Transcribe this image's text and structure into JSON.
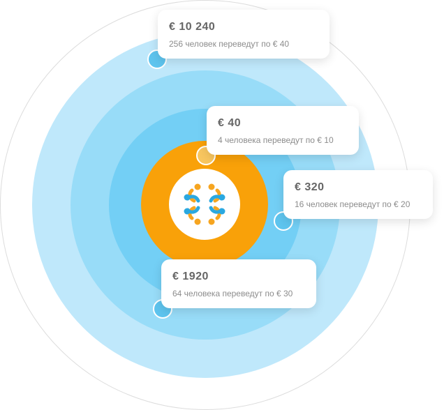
{
  "colors": {
    "ring_1": "#bfe8fb",
    "ring_2": "#98dcf8",
    "ring_3": "#73cff5",
    "core": "#f9a109",
    "dot_blue": "#5ec4ee",
    "dot_orange": "#f8c65f",
    "logo_orange": "#f6a520",
    "logo_blue": "#2aa8e0"
  },
  "logo": {
    "icon": "people-circle-logo-icon"
  },
  "rings": [
    {
      "amount": "€ 10 240",
      "description": "256 человек переведут по € 40"
    },
    {
      "amount": "€ 40",
      "description": "4 человека переведут по € 10"
    },
    {
      "amount": "€ 320",
      "description": "16 человек переведут по € 20"
    },
    {
      "amount": "€ 1920",
      "description": "64 человека переведут по € 30"
    }
  ]
}
